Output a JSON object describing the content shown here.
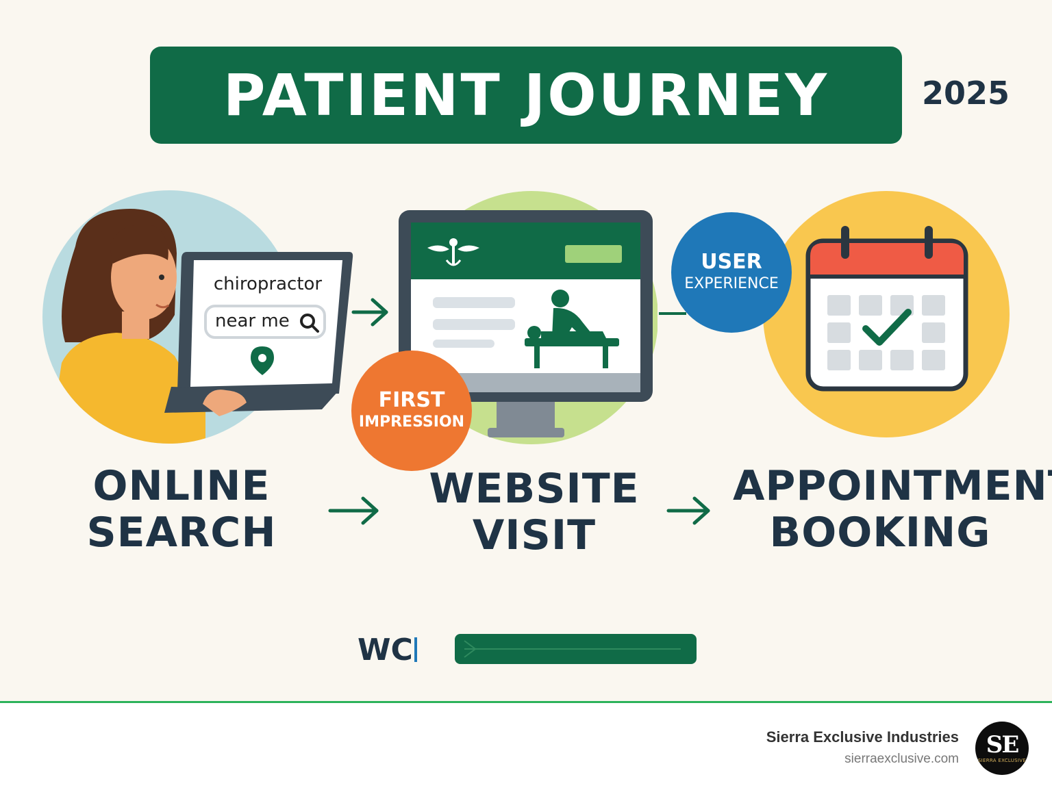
{
  "header": {
    "title": "PATIENT JOURNEY",
    "year": "2025"
  },
  "search": {
    "line1": "chiropractor",
    "line2": "near me"
  },
  "stages": [
    {
      "line1": "ONLINE",
      "line2": "SEARCH"
    },
    {
      "line1": "WEBSITE",
      "line2": "VISIT"
    },
    {
      "line1": "APPOINTMENT",
      "line2": "BOOKING"
    }
  ],
  "badges": {
    "first": {
      "line1": "FIRST",
      "line2": "IMPRESSION"
    },
    "user": {
      "line1": "USER",
      "line2": "EXPERIENCE"
    }
  },
  "bottom": {
    "text": "WC"
  },
  "footer": {
    "company": "Sierra Exclusive Industries",
    "url": "sierraexclusive.com",
    "logo_mark": "SE",
    "logo_sub": "SIERRA EXCLUSIVE"
  },
  "colors": {
    "brand_green": "#106b47",
    "orange": "#ee7731",
    "blue": "#1f78b8",
    "yellow": "#f9c74f",
    "light_green": "#c6e08e",
    "light_blue": "#b9dbe0",
    "footer_line": "#2db35b"
  }
}
